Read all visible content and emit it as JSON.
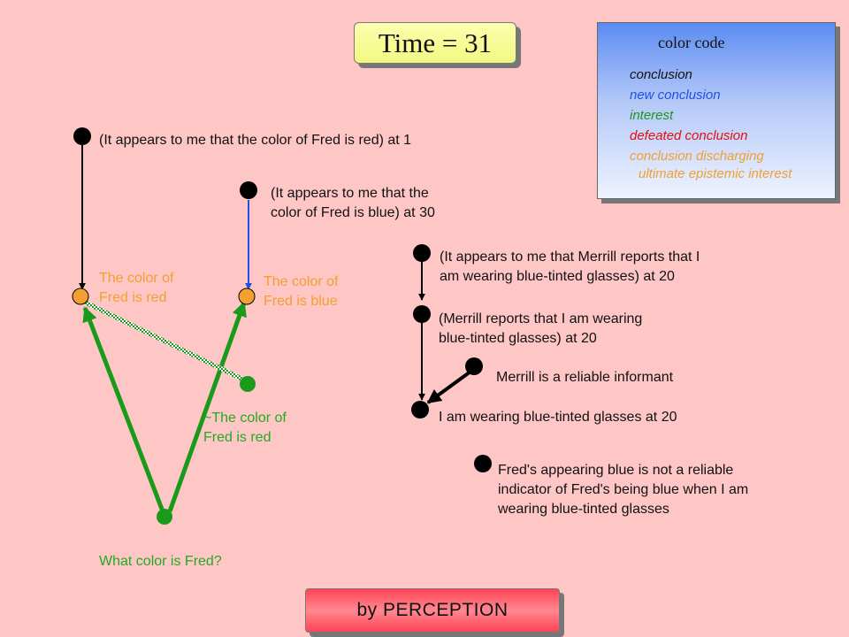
{
  "time_label": "Time = 31",
  "legend": {
    "title": "color code",
    "items": [
      {
        "text": "conclusion",
        "color": "#111111"
      },
      {
        "text": "new conclusion",
        "color": "#1e50e6"
      },
      {
        "text": "interest",
        "color": "#1a9a1a"
      },
      {
        "text": "defeated conclusion",
        "color": "#e01010"
      },
      {
        "text": "conclusion discharging",
        "color": "#f0a030"
      },
      {
        "text": "ultimate epistemic interest",
        "color": "#f0a030"
      }
    ]
  },
  "nodes": {
    "appears_red": "(It appears to me that the color of Fred is red) at 1",
    "appears_blue": "(It appears to me that the\ncolor of Fred is blue) at 30",
    "fred_red": "The color of\nFred is red",
    "fred_blue": "The color of\nFred is blue",
    "not_fred_red": "~The color of\nFred is red",
    "query": "What color is Fred?",
    "appears_merrill": "(It appears to me that Merrill reports that I\nam wearing blue-tinted glasses) at 20",
    "merrill_reports": "(Merrill reports that I am wearing\nblue-tinted glasses) at 20",
    "merrill_reliable": "Merrill is a reliable informant",
    "wearing_glasses": "I am wearing blue-tinted glasses at 20",
    "not_reliable": "Fred's appearing blue is not a reliable\nindicator of Fred's being blue when I am\nwearing blue-tinted glasses"
  },
  "button_label": "by PERCEPTION"
}
